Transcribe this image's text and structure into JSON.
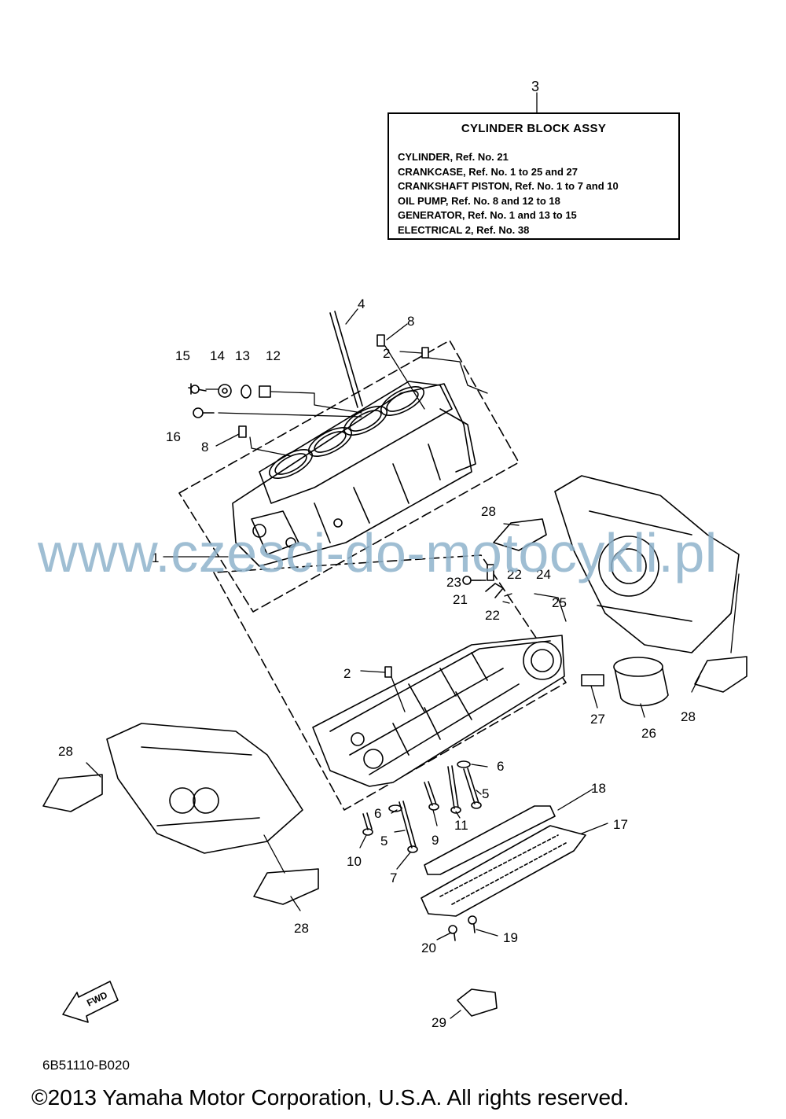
{
  "assembly": {
    "ref": "3",
    "title": "CYLINDER BLOCK ASSY",
    "lines": [
      "CYLINDER, Ref. No. 21",
      "CRANKCASE, Ref. No. 1 to 25 and 27",
      "CRANKSHAFT PISTON, Ref. No. 1 to 7 and 10",
      "OIL PUMP, Ref. No. 8 and 12 to 18",
      "GENERATOR, Ref. No. 1 and 13 to 15",
      "ELECTRICAL 2, Ref. No. 38"
    ]
  },
  "callouts": [
    "4",
    "8",
    "15",
    "14",
    "13",
    "12",
    "16",
    "8",
    "28",
    "1",
    "23",
    "22",
    "24",
    "21",
    "22",
    "25",
    "2",
    "2",
    "27",
    "26",
    "28",
    "28",
    "6",
    "18",
    "5",
    "6",
    "17",
    "9",
    "11",
    "5",
    "10",
    "7",
    "28",
    "19",
    "20",
    "29"
  ],
  "fwd_label": "FWD",
  "diagram_code": "6B51110-B020",
  "copyright": "©2013 Yamaha Motor Corporation, U.S.A. All rights reserved.",
  "watermark": "www.czesci-do-motocykli.pl"
}
